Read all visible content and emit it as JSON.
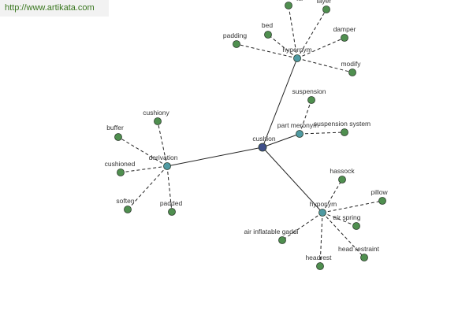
{
  "watermark": "http://www.artikata.com",
  "colors": {
    "center_node": "#3f4f8a",
    "relation_node": "#4f9aa2",
    "leaf_node": "#4f8f4f",
    "edge": "#222222",
    "label": "#333333"
  },
  "graph": {
    "center": {
      "id": "cushion",
      "label": "cushion"
    },
    "relations": [
      {
        "id": "hypernym",
        "label": "hypernym",
        "leaves": [
          "padding",
          "bed",
          "damper",
          "modify",
          "layer",
          "fill"
        ]
      },
      {
        "id": "part-meronym",
        "label": "part meronym",
        "leaves": [
          "suspension",
          "suspension system"
        ]
      },
      {
        "id": "derivation",
        "label": "derivation",
        "leaves": [
          "cushiony",
          "buffer",
          "cushioned",
          "soften",
          "padded"
        ]
      },
      {
        "id": "hyponym",
        "label": "hyponym",
        "leaves": [
          "hassock",
          "pillow",
          "air spring",
          "head restraint",
          "headrest",
          "air inflatable gaddi"
        ]
      }
    ]
  }
}
